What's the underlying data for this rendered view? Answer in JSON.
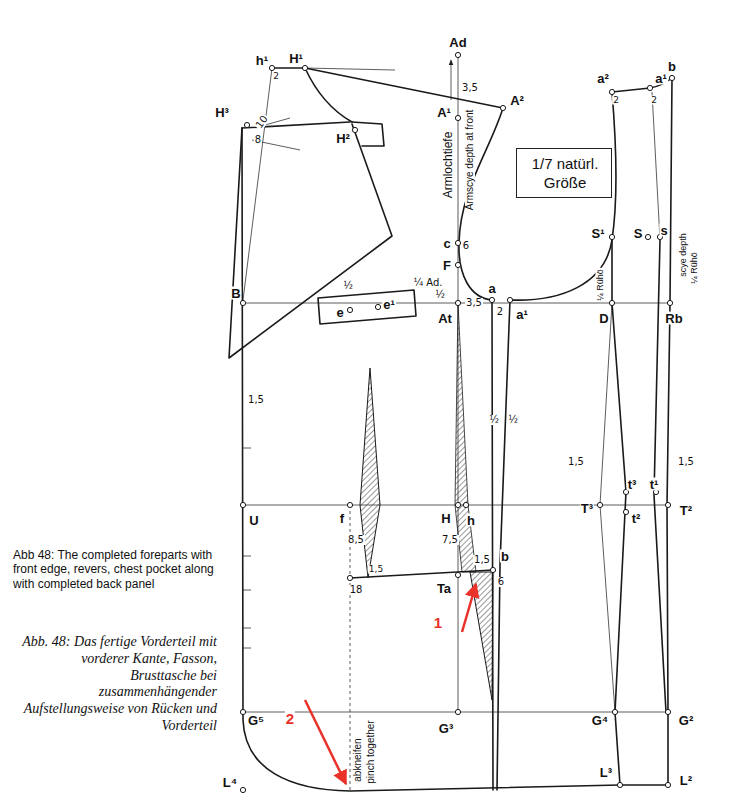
{
  "diagram": {
    "caption": "Abb. 48: Das fertige Vorderteil mit vorderer Kante, Fasson, Brusttasche bei zusammenhängender Aufstellungsweise von Rücken und Vorderteil",
    "nodes": [
      {
        "text": [
          "1/7 natürl. Größe"
        ]
      }
    ],
    "labels": [
      "h¹",
      "2",
      "H¹",
      "Ad",
      "3,5",
      "A¹",
      "A²",
      "Armlochtiefe",
      "Armscye depth at front",
      "H³",
      "10",
      "8",
      "H²",
      "c",
      "6",
      "F",
      "B",
      "½",
      "e",
      "e¹",
      "¼ Ad.",
      "½",
      "a",
      "At",
      "3,5",
      "2",
      "a¹",
      "D",
      "S¹",
      "¼ Rühö",
      "S",
      "s",
      "scye depth",
      "¼ Rühö",
      "Rb",
      "b",
      "a²",
      "2",
      "a¹",
      "2",
      "1,5",
      "½",
      "½",
      "U",
      "f",
      "H",
      "h",
      "1,5",
      "T³",
      "t³",
      "t²",
      "1,5",
      "t¹",
      "T²",
      "8,5",
      "7,5",
      "1,5",
      "b",
      "6",
      "18",
      "1,5",
      "Ta",
      "1",
      "G⁵",
      "G³",
      "G⁴",
      "G²",
      "abkneifen",
      "pinch together",
      "2",
      "L⁴",
      "L³",
      "L²",
      "Abb 48: The completed foreparts with front edge, revers, chest pocket along with completed back panel"
    ]
  }
}
